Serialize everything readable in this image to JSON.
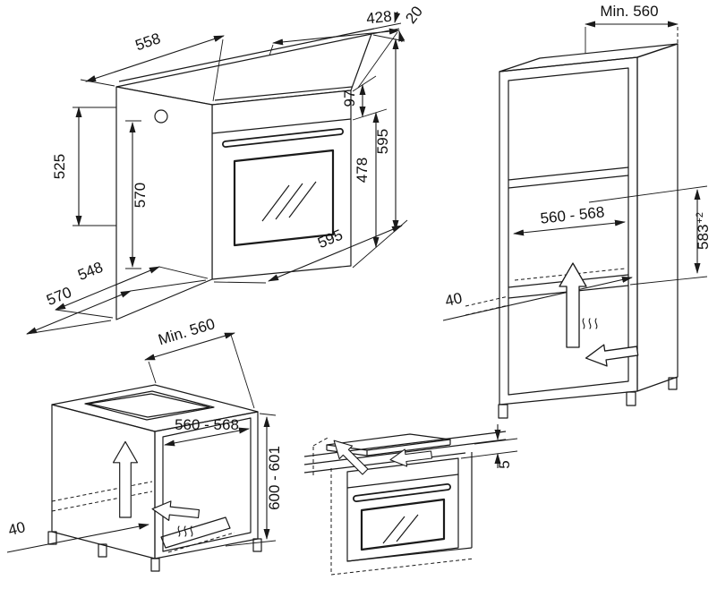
{
  "views": {
    "oven": {
      "name": "built-in oven dimensions",
      "dims": {
        "top_depth": "558",
        "top_width": "428",
        "lip": "20",
        "panel_height": "97",
        "height": "595",
        "door_height": "478",
        "rear_height": "525",
        "side_height": "570",
        "width": "595",
        "body_depth": "548",
        "total_depth": "570"
      }
    },
    "tall_cabinet": {
      "name": "tall housing niche",
      "dims": {
        "min_depth": "Min. 560",
        "niche_width": "560 - 568",
        "niche_height": "583",
        "niche_height_tolerance": "+2",
        "vent_gap": "40"
      }
    },
    "base_cabinet": {
      "name": "base cabinet niche",
      "dims": {
        "min_depth": "Min. 560",
        "niche_width": "560 - 568",
        "niche_height": "600 - 601",
        "vent_gap": "40"
      }
    },
    "under_worktop": {
      "name": "installation under hob",
      "dims": {
        "clearance": "5"
      }
    }
  }
}
